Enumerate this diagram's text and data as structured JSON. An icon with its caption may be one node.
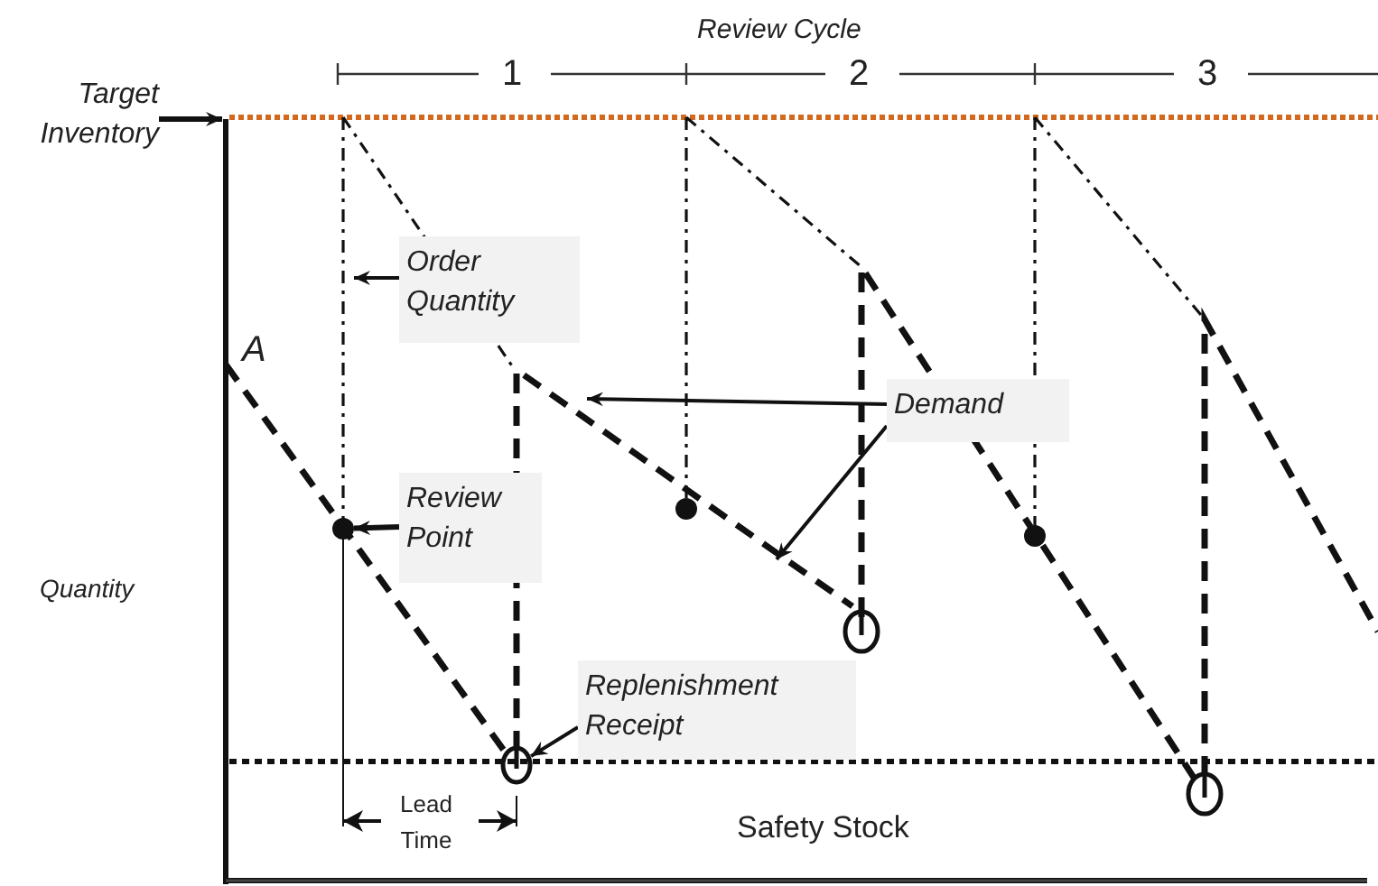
{
  "diagram": {
    "nodes": [
      {
        "text": [
          "Target Inventory"
        ]
      },
      {
        "text": [
          "Order Quantity"
        ]
      },
      {
        "text": [
          "Demand"
        ]
      },
      {
        "text": [
          "Review Point"
        ]
      },
      {
        "text": [
          "Replenishment Receipt"
        ]
      },
      {
        "text": [],
        "shape": "circle"
      },
      {
        "text": [],
        "shape": "circle"
      }
    ],
    "edges": [
      {
        "from": 0,
        "to": null,
        "arrow": "to"
      },
      {
        "from": 1,
        "to": null,
        "arrow": "to"
      },
      {
        "from": 2,
        "to": null,
        "arrow": "to"
      },
      {
        "from": 2,
        "to": null,
        "arrow": "to"
      },
      {
        "from": 3,
        "to": 5,
        "arrow": "to"
      },
      {
        "from": 4,
        "to": 6,
        "arrow": "to"
      }
    ],
    "labels": [
      "Review Cycle",
      "1",
      "2",
      "3",
      "A",
      "Quantity",
      "Lead Time",
      "Safety Stock"
    ]
  }
}
